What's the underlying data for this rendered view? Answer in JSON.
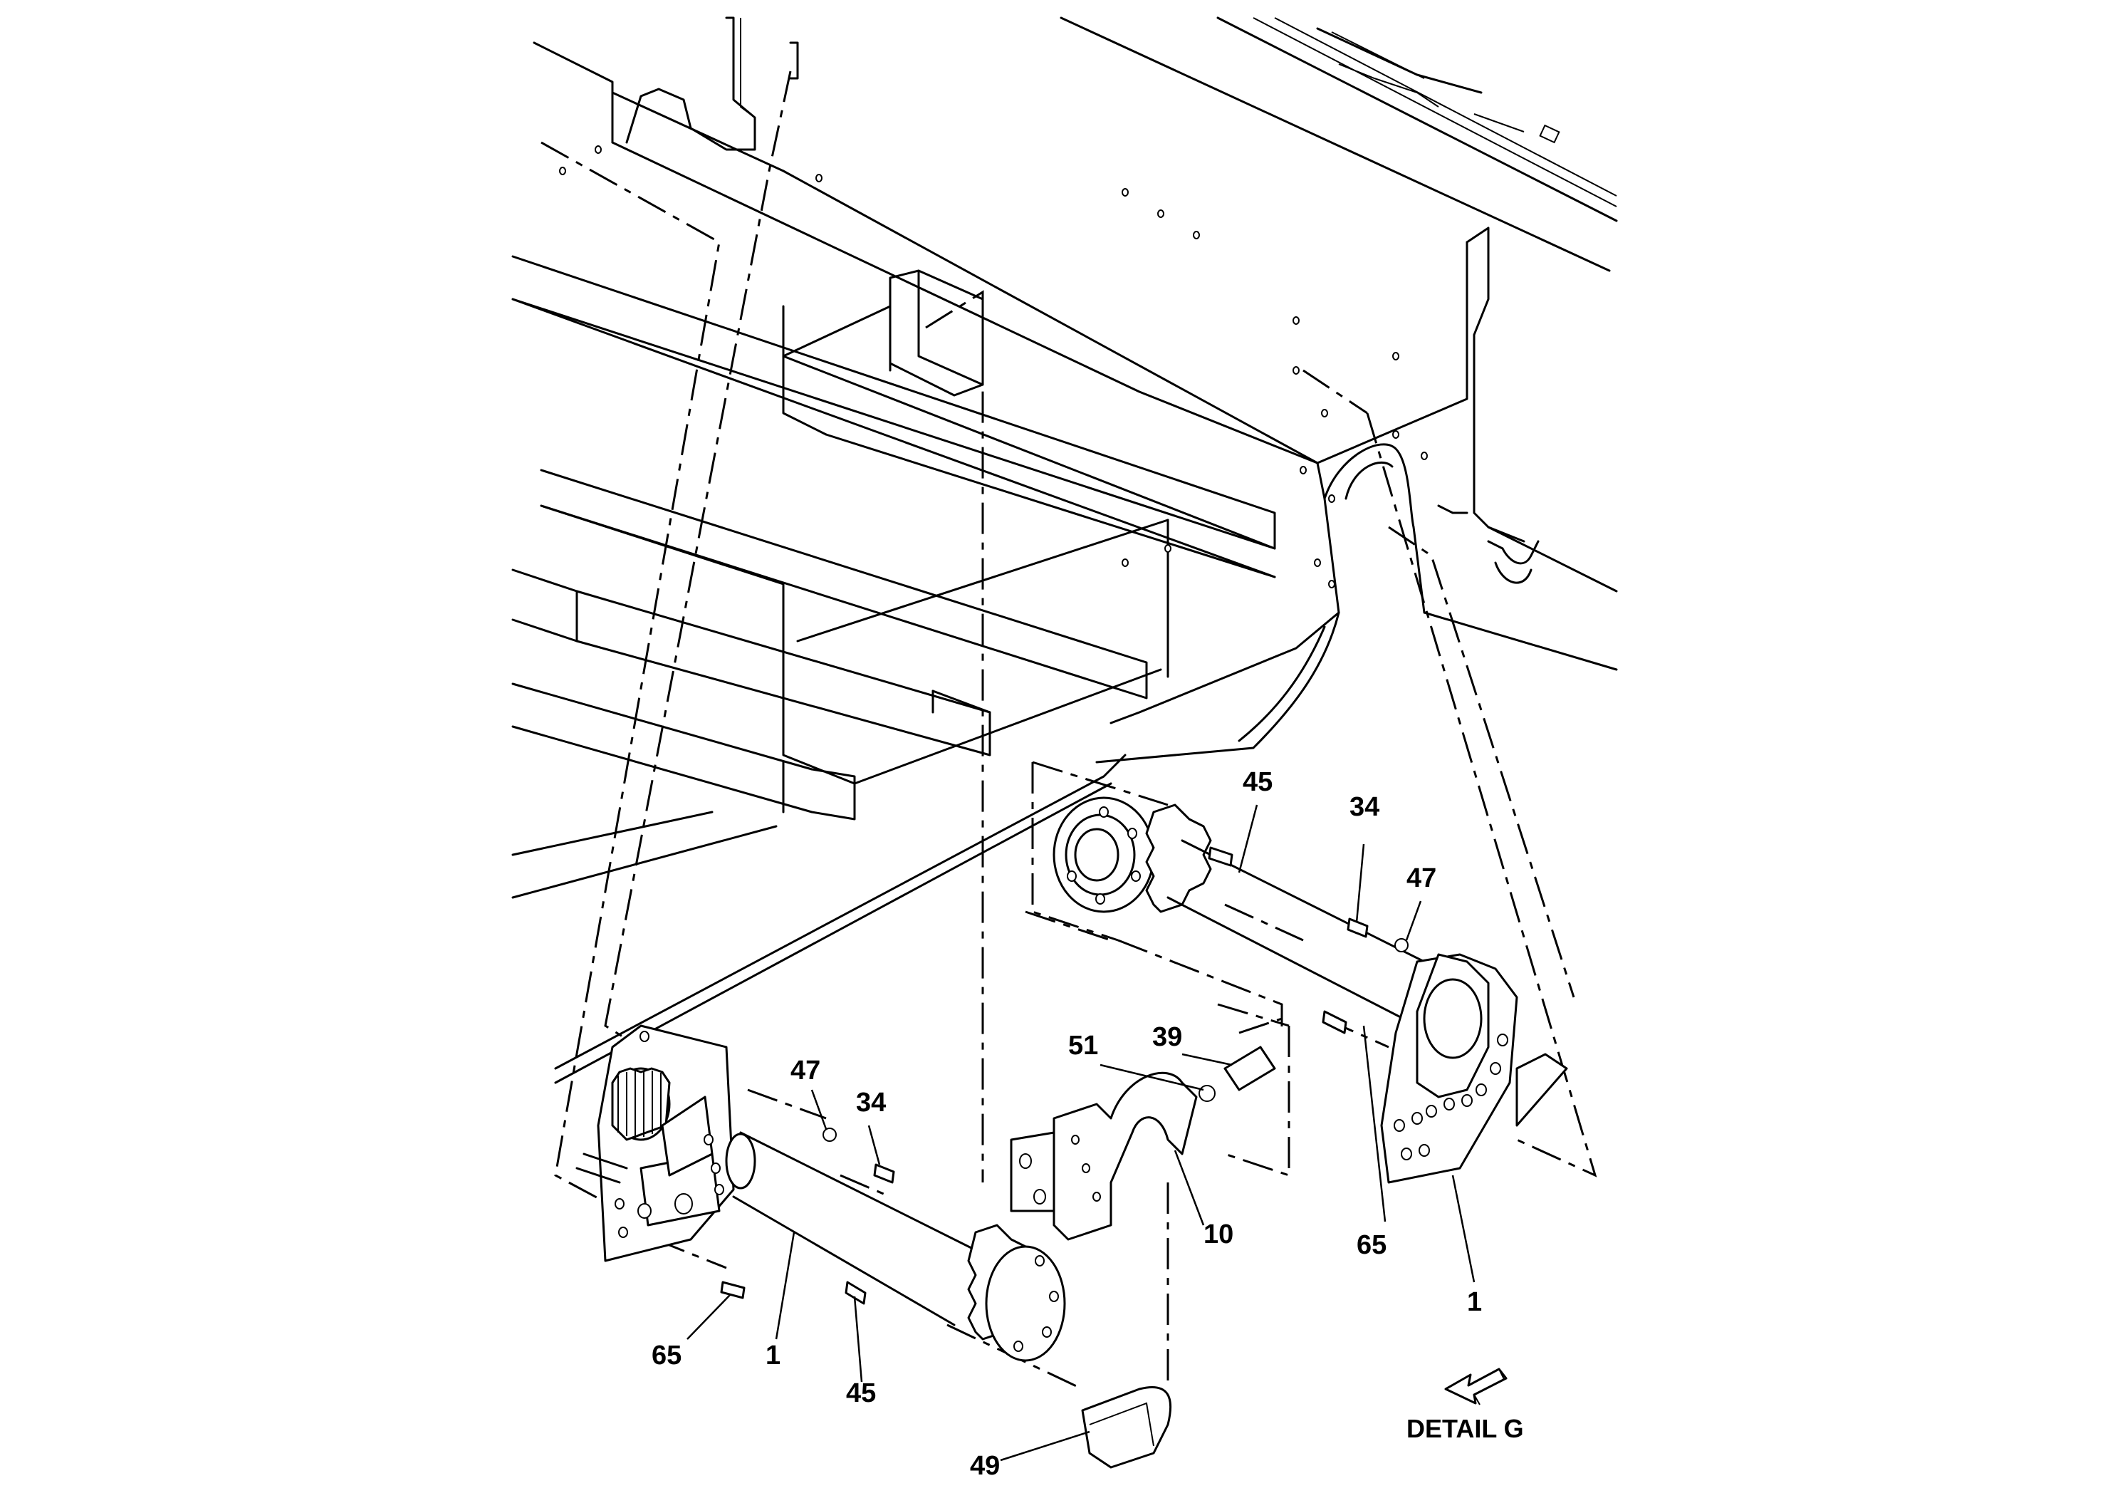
{
  "diagram": {
    "caption": "DETAIL G",
    "callouts": {
      "c45_top": "45",
      "c34_top": "34",
      "c47_top": "47",
      "c39": "39",
      "c51": "51",
      "c47_left": "47",
      "c34_left": "34",
      "c10": "10",
      "c65_right": "65",
      "c1_right": "1",
      "c65_left": "65",
      "c1_left": "1",
      "c45_bottom": "45",
      "c49": "49"
    },
    "arrow_icon": "direction-arrow-icon"
  }
}
